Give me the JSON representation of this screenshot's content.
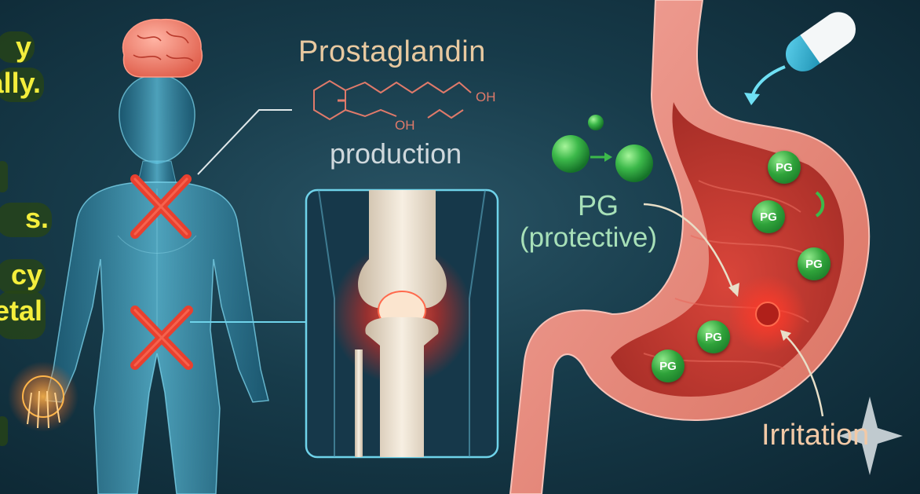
{
  "labels": {
    "prostaglandin": "Prostaglandin",
    "production": "production",
    "oh_upper": "OH",
    "oh_lower": "OH",
    "pg": "PG",
    "protective": "(protective)",
    "irritation": "Irritation"
  },
  "pg_tokens": [
    {
      "label": "PG"
    },
    {
      "label": "PG"
    },
    {
      "label": "PG"
    },
    {
      "label": "PG"
    },
    {
      "label": "PG"
    }
  ],
  "side_text": [
    {
      "text": "y"
    },
    {
      "text": "ally."
    },
    {
      "text": ""
    },
    {
      "text": "s."
    },
    {
      "text": "cy"
    },
    {
      "text": "etal"
    },
    {
      "text": ""
    }
  ],
  "colors": {
    "background": "#173b4a",
    "inhibit_x": "#e8402f",
    "pg_green": "#2fa33a",
    "inflamed_red": "#ff3b2a",
    "title": "#e8c9a0",
    "side_text": "#f4ee3c"
  },
  "icons": [
    "brain-icon",
    "capsule-icon",
    "x-mark-icon",
    "knee-joint-icon",
    "stomach-icon",
    "irritation-spot-icon",
    "molecule-structure-icon",
    "wrist-joint-icon"
  ]
}
